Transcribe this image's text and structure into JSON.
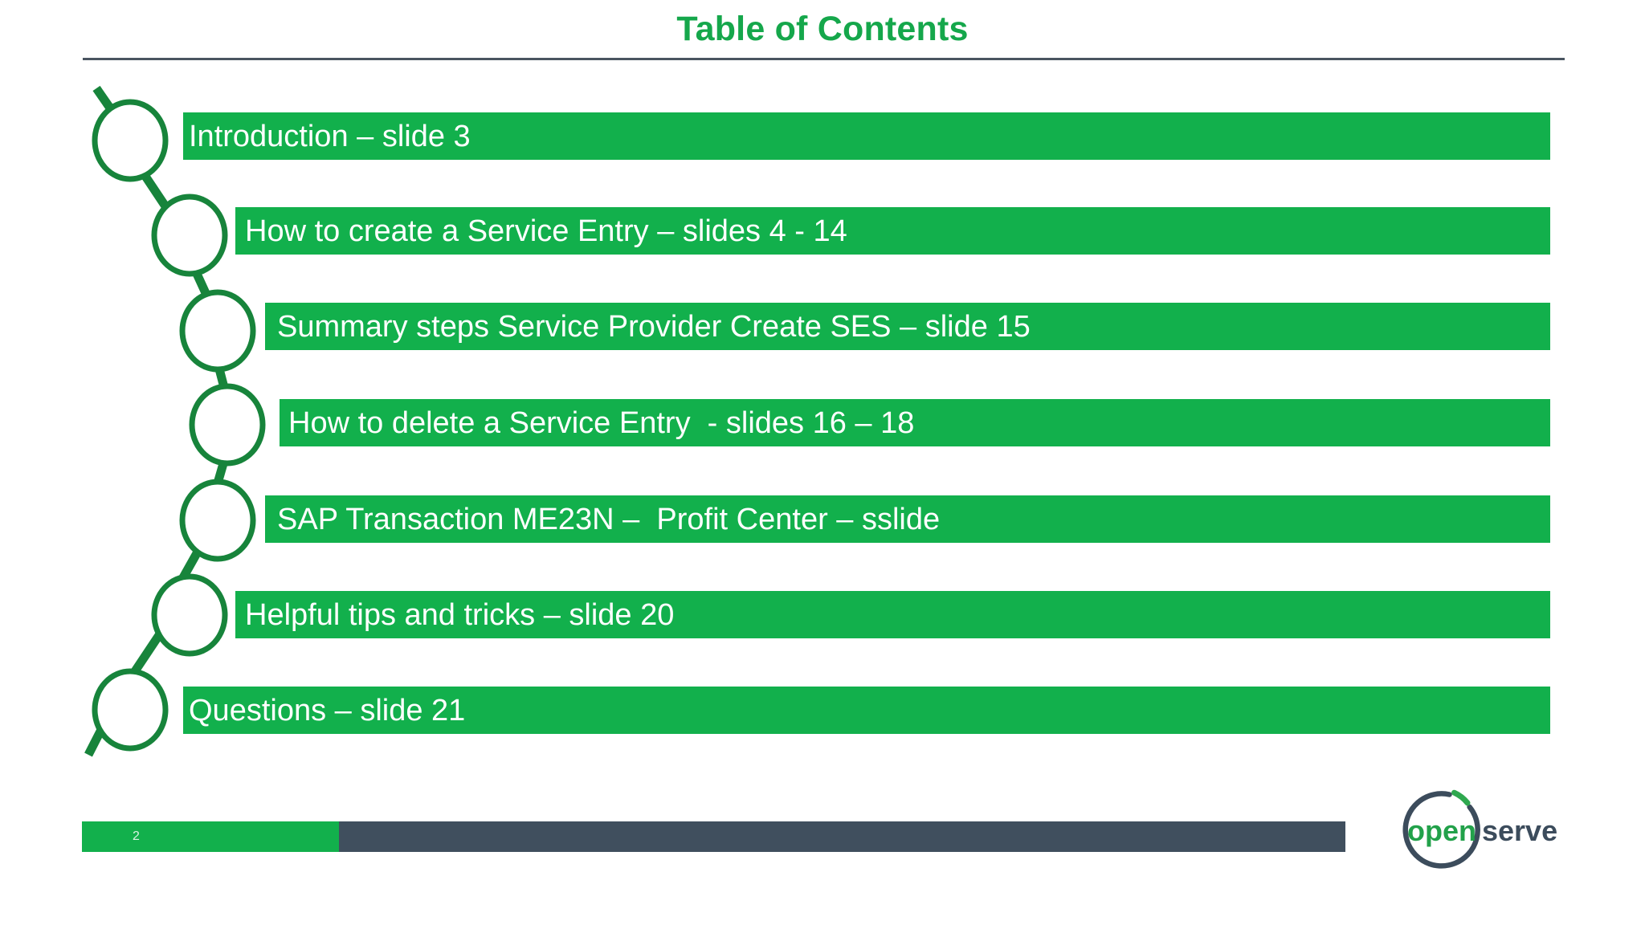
{
  "slide": {
    "title": "Table of Contents",
    "page_number": "2",
    "accent_green": "#12B04C",
    "title_green": "#15A74B",
    "dark_slate": "#404F5E",
    "rule_color": "#4A5560",
    "text_color": "#FFFFFF"
  },
  "toc": {
    "items": [
      {
        "label": "Introduction – slide 3"
      },
      {
        "label": "How to create a Service Entry – slides 4 - 14"
      },
      {
        "label": "Summary steps Service Provider Create SES – slide 15"
      },
      {
        "label": "How to delete a Service Entry  - slides 16 – 18"
      },
      {
        "label": "SAP Transaction ME23N –  Profit Center – sslide"
      },
      {
        "label": "Helpful tips and tricks – slide 20"
      },
      {
        "label": "Questions – slide 21"
      }
    ]
  },
  "logo": {
    "word_open": "open",
    "word_serve": "serve",
    "ring_color": "#3C4C5C",
    "arc_color": "#2FA84F",
    "open_color": "#22A14A",
    "serve_color": "#3C4C5C"
  }
}
